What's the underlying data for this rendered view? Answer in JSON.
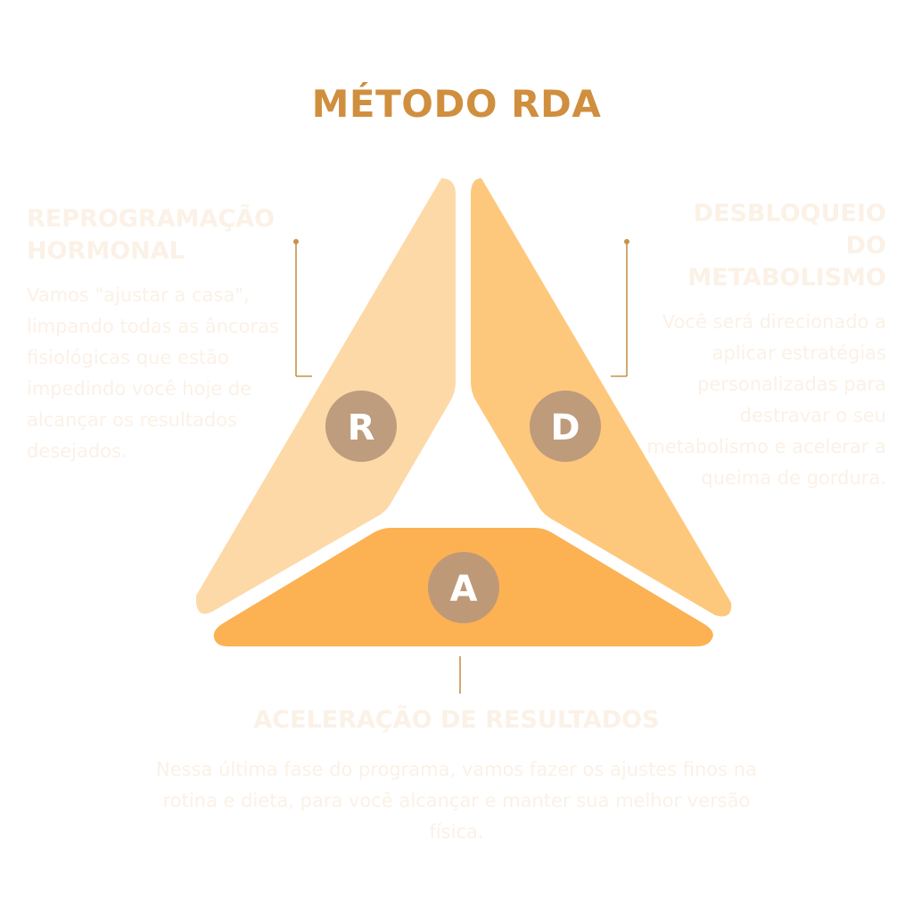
{
  "title": "MÉTODO RDA",
  "colors": {
    "title": "#d08f3e",
    "segment_r": "#fdd9a7",
    "segment_d": "#fec87c",
    "segment_a": "#fcb153",
    "badge": "#b8977b",
    "connector": "#c8924c",
    "faint_text": "#fbf1e6"
  },
  "segments": [
    {
      "letter": "R",
      "heading": "REPROGRAMAÇÃO HORMONAL",
      "body": "Vamos \"ajustar a casa\", limpando todas as âncoras fisiológicas que estão impedindo você hoje de alcançar os resultados desejados."
    },
    {
      "letter": "D",
      "heading": "DESBLOQUEIO DO METABOLISMO",
      "body": "Você será direcionado a aplicar estratégias personalizadas para destravar o seu metabolismo e acelerar a queima de gordura."
    },
    {
      "letter": "A",
      "heading": "ACELERAÇÃO DE RESULTADOS",
      "body": "Nessa última fase do programa, vamos fazer os ajustes finos na rotina e dieta, para você alcançar e manter sua melhor versão física."
    }
  ]
}
